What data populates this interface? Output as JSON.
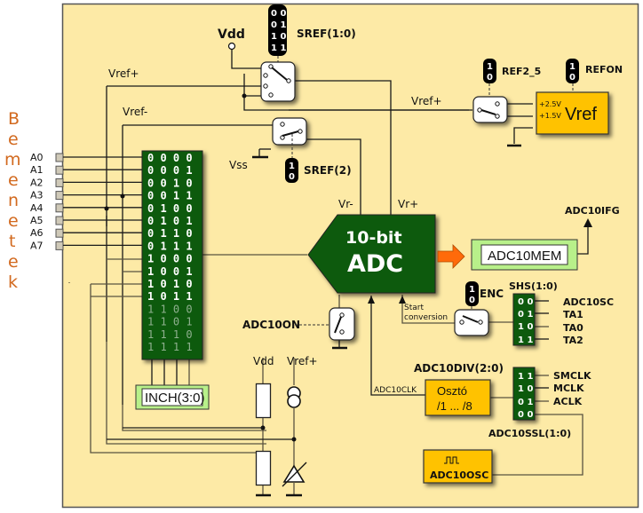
{
  "side_label": [
    "B",
    "e",
    "m",
    "e",
    "n",
    "e",
    "t",
    "e",
    "k"
  ],
  "pins": [
    "A0",
    "A1",
    "A2",
    "A3",
    "A4",
    "A5",
    "A6",
    "A7"
  ],
  "mux_codes_active": [
    "0 0 0 0",
    "0 0 0 1",
    "0 0 1 0",
    "0 0 1 1",
    "0 1 0 0",
    "0 1 0 1",
    "0 1 1 0",
    "0 1 1 1",
    "1 0 0 0",
    "1 0 0 1",
    "1 0 1 0",
    "1 0 1 1"
  ],
  "mux_codes_unused": [
    "1 1 0 0",
    "1 1 0 1",
    "1 1 1 0",
    "1 1 1 1"
  ],
  "inch_label": "INCH(3:0)",
  "vdd_top": "Vdd",
  "sref_bits": [
    "0 0",
    "0 1",
    "1 0",
    "1 1"
  ],
  "sref_label": "SREF(1:0)",
  "sref2_label": "SREF(2)",
  "sref2_bits": [
    "1",
    "0"
  ],
  "vref_plus_label": "Vref+",
  "vref_minus_label": "Vref-",
  "vref_plus_right_label": "Vref+",
  "vss_label": "Vss",
  "ref25_label": "REF2_5",
  "ref25_bits": [
    "1",
    "0"
  ],
  "refon_label": "REFON",
  "refon_bits": [
    "1",
    "0"
  ],
  "vref_block": {
    "title": "Vref",
    "out_high": "+2.5V",
    "out_low": "+1.5V"
  },
  "adc": {
    "line1": "10-bit",
    "line2": "ADC",
    "vr_minus": "Vr-",
    "vr_plus": "Vr+"
  },
  "adc10mem_label": "ADC10MEM",
  "adc10ifg_label": "ADC10IFG",
  "enc": {
    "label": "ENC",
    "bits": [
      "1",
      "0"
    ]
  },
  "start_conversion": [
    "Start",
    "conversion"
  ],
  "shs": {
    "label": "SHS(1:0)",
    "codes": [
      "0 0",
      "0 1",
      "1 0",
      "1 1"
    ],
    "sources": [
      "ADC10SC",
      "TA1",
      "TA0",
      "TA2"
    ]
  },
  "adc10on_label": "ADC10ON",
  "temp_sensor": {
    "vdd": "Vdd",
    "vref_plus": "Vref+"
  },
  "divider": {
    "title": "ADC10DIV(2:0)",
    "line1": "Osztó",
    "line2": "/1 ... /8",
    "clk_label": "ADC10CLK"
  },
  "ssel": {
    "label": "ADC10SSL(1:0)",
    "codes": [
      "1 1",
      "1 0",
      "0 1",
      "0 0"
    ],
    "sources": [
      "SMCLK",
      "MCLK",
      "ACLK"
    ]
  },
  "osc": {
    "label": "ADC10OSC",
    "glyph": "⎍⎍"
  },
  "colors": {
    "panel_bg": "#fdeaa6",
    "dark_green": "#0b5a0b",
    "light_green": "#b8f08a",
    "amber": "#ffc200",
    "orange": "#ff6a0a",
    "side_text": "#d2691e"
  }
}
